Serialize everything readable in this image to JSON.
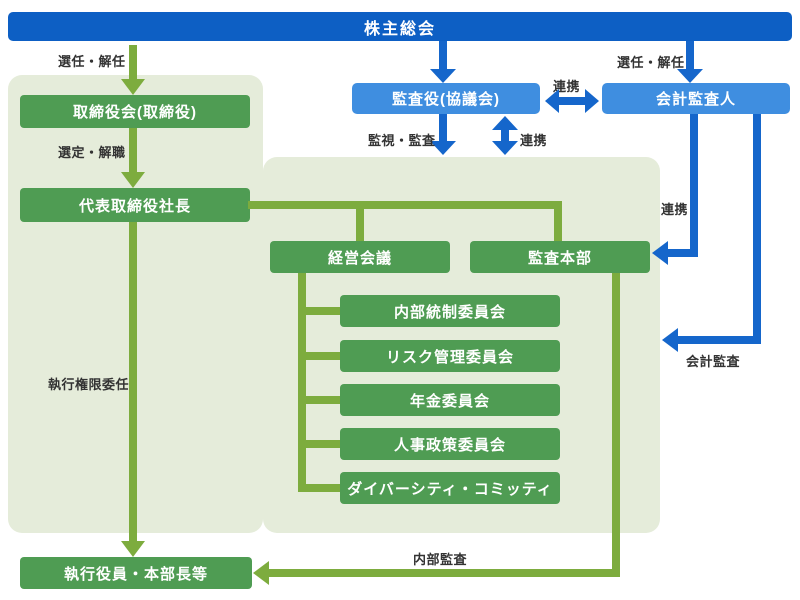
{
  "diagram": {
    "boxes": {
      "shareholders": "株主総会",
      "board": "取締役会(取締役)",
      "audit_board": "監査役(協議会)",
      "accounting_auditor": "会計監査人",
      "president": "代表取締役社長",
      "management_meeting": "経営会議",
      "audit_hq": "監査本部",
      "committees": [
        "内部統制委員会",
        "リスク管理委員会",
        "年金委員会",
        "人事政策委員会",
        "ダイバーシティ・コミッティ"
      ],
      "executives": "執行役員・本部長等"
    },
    "labels": {
      "appoint_dismiss_left": "選任・解任",
      "appoint_dismiss_right": "選任・解任",
      "select_remove": "選定・解職",
      "monitor_audit": "監視・監査",
      "cooperation_top": "連携",
      "cooperation_vertical": "連携",
      "cooperation_right": "連携",
      "accounting_audit": "会計監査",
      "delegation": "執行権限委任",
      "internal_audit": "内部監査"
    },
    "colors": {
      "primary_blue": "#0d5fc4",
      "light_blue": "#3f8ee0",
      "arrow_blue": "#1566cb",
      "box_green": "#4f9c53",
      "line_green": "#7dac3e",
      "panel_bg": "#e5ecda",
      "label_text": "#333333"
    }
  }
}
